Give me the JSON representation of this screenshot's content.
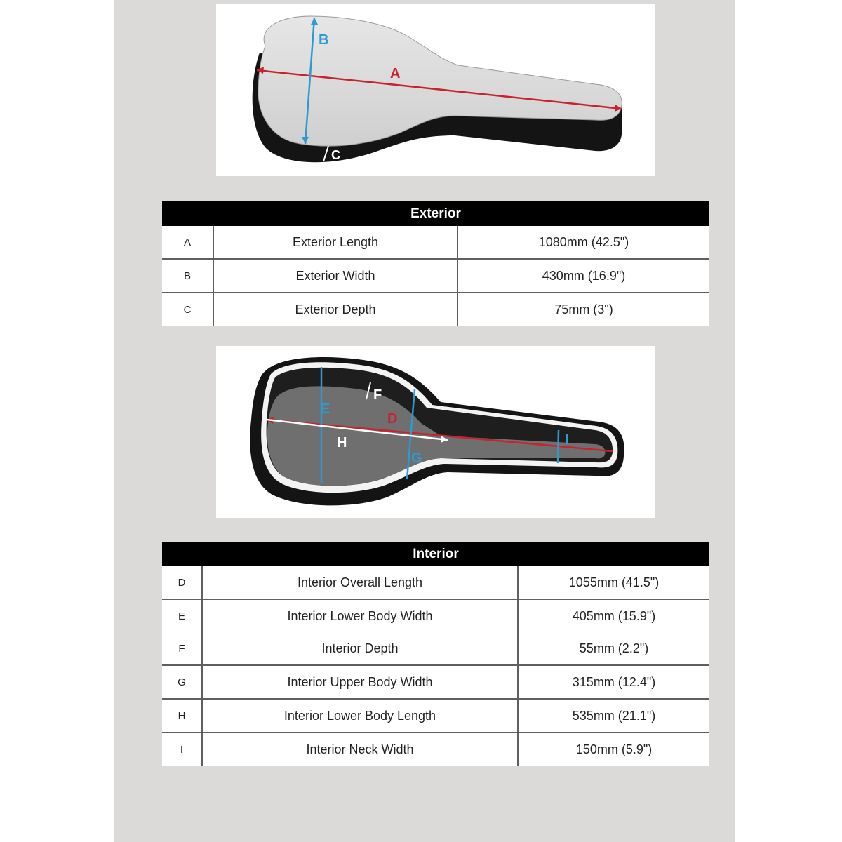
{
  "colors": {
    "panel_bg": "#dcdad9",
    "dimension_red": "#c8232c",
    "dimension_blue": "#2e9ad0",
    "case_shell": "#d7d7d7",
    "case_black": "#141414",
    "case_interior": "#6f6f6f"
  },
  "exterior_diagram": {
    "label_a": "A",
    "label_b": "B",
    "label_c": "C"
  },
  "interior_diagram": {
    "label_d": "D",
    "label_e": "E",
    "label_f": "F",
    "label_g": "G",
    "label_h": "H",
    "label_i": "I"
  },
  "exterior_table": {
    "title": "Exterior",
    "rows": [
      {
        "letter": "A",
        "name": "Exterior Length",
        "value": "1080mm (42.5\")"
      },
      {
        "letter": "B",
        "name": "Exterior Width",
        "value": "430mm (16.9\")"
      },
      {
        "letter": "C",
        "name": "Exterior Depth",
        "value": "75mm (3\")"
      }
    ]
  },
  "interior_table": {
    "title": "Interior",
    "rows": [
      {
        "letter": "D",
        "name": "Interior Overall Length",
        "value": "1055mm (41.5\")"
      },
      {
        "letter": "E",
        "name": "Interior Lower Body Width",
        "value": "405mm (15.9\")"
      },
      {
        "letter": "F",
        "name": "Interior Depth",
        "value": "55mm (2.2\")"
      },
      {
        "letter": "G",
        "name": "Interior Upper Body Width",
        "value": "315mm (12.4\")"
      },
      {
        "letter": "H",
        "name": "Interior Lower Body Length",
        "value": "535mm (21.1\")"
      },
      {
        "letter": "I",
        "name": "Interior Neck Width",
        "value": "150mm (5.9\")"
      }
    ]
  }
}
